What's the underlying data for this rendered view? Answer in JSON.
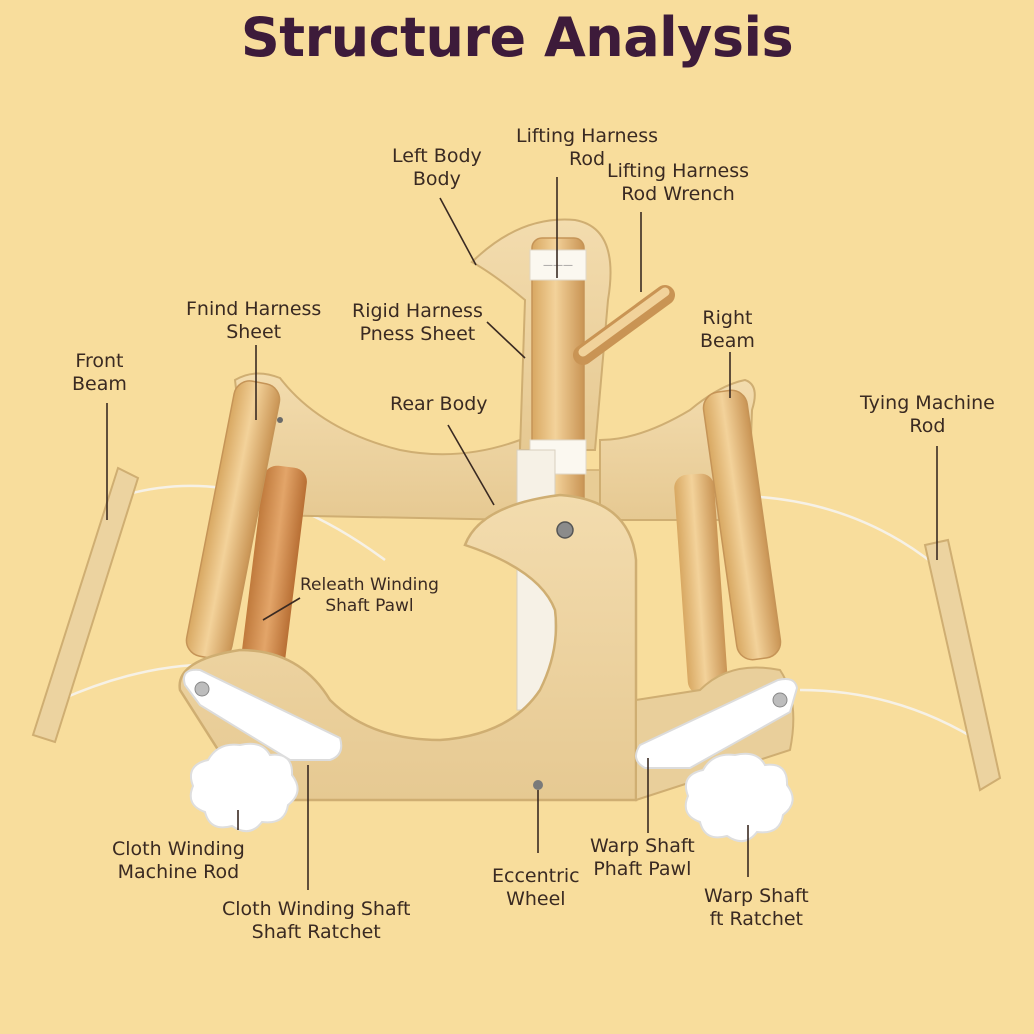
{
  "title": "Structure Analysis",
  "colors": {
    "background": "#f8dd9c",
    "title": "#3d1b3a",
    "wood": "#efd6a2",
    "wood_edge": "#d9b779",
    "dowel": "#e6bd7b",
    "dowel_dark": "#cf8a4a",
    "plastic": "#ffffff",
    "leader": "#3a2a22"
  },
  "labels": {
    "left_body": [
      "Left Body",
      "Body"
    ],
    "lifting_harness_rod": [
      "Lifting Harness",
      "Rod"
    ],
    "lifting_harness_rod_wrench": [
      "Lifting Harness",
      "Rod Wrench"
    ],
    "fnind_harness_sheet": [
      "Fnind Harness",
      "Sheet"
    ],
    "rigid_harness_press_sheet": [
      "Rigid Harness",
      "Pness Sheet"
    ],
    "right_beam": [
      "Right",
      "Beam"
    ],
    "front_beam": [
      "Front",
      "Beam"
    ],
    "rear_body": [
      "Rear Body"
    ],
    "tying_machine_rod": [
      "Tying Machine",
      "Rod"
    ],
    "release_winding_shaft_pawl": [
      "Releath Winding",
      "Shaft Pawl"
    ],
    "cloth_winding_machine_rod": [
      "Cloth Winding",
      "Machine Rod"
    ],
    "cloth_winding_shaft_ratchet": [
      "Cloth Winding Shaft",
      "Shaft Ratchet"
    ],
    "eccentric_wheel": [
      "Eccentric",
      "Wheel"
    ],
    "warp_shaft_pawl": [
      "Warp Shaft",
      "Phaft Pawl"
    ],
    "warp_shaft_ratchet": [
      "Warp Shaft",
      "ft Ratchet"
    ]
  },
  "spool_label": "———"
}
